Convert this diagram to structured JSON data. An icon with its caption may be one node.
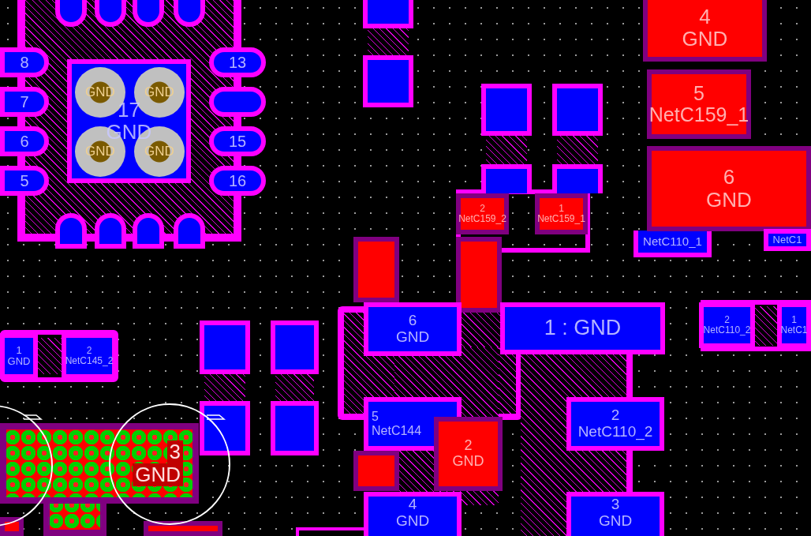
{
  "diagram": {
    "nodes": [
      {
        "text": [
          "17",
          "GND"
        ]
      },
      {
        "text": [
          "GND"
        ],
        "in": 0
      },
      {
        "text": [
          "GND"
        ],
        "in": 0
      },
      {
        "text": [
          "GND"
        ],
        "in": 0
      },
      {
        "text": [
          "GND"
        ],
        "in": 0
      },
      {
        "text": [
          "8"
        ]
      },
      {
        "text": [
          "7"
        ]
      },
      {
        "text": [
          "6"
        ]
      },
      {
        "text": [
          "5"
        ]
      },
      {
        "text": [
          "13"
        ]
      },
      {
        "text": [],
        "shape": "box"
      },
      {
        "text": [
          "15"
        ]
      },
      {
        "text": [
          "16"
        ]
      },
      {
        "text": [],
        "shape": "box"
      },
      {
        "text": [],
        "shape": "box"
      },
      {
        "text": [],
        "shape": "box"
      },
      {
        "text": [],
        "shape": "box"
      },
      {
        "text": [],
        "shape": "box"
      },
      {
        "text": [],
        "shape": "box"
      },
      {
        "text": [],
        "shape": "box"
      },
      {
        "text": [],
        "shape": "box"
      },
      {
        "text": [],
        "shape": "box"
      },
      {
        "text": [],
        "shape": "box"
      },
      {
        "text": [],
        "shape": "box"
      },
      {
        "text": [],
        "shape": "box"
      },
      {
        "text": [],
        "shape": "box"
      },
      {
        "text": [],
        "shape": "box"
      },
      {
        "text": [
          "2",
          "NetC159_2"
        ]
      },
      {
        "text": [
          "1",
          "NetC159_1"
        ]
      },
      {
        "text": [
          "NetC110_1"
        ]
      },
      {
        "text": [
          "4",
          "GND"
        ]
      },
      {
        "text": [
          "5",
          "NetC159_1"
        ]
      },
      {
        "text": [
          "6",
          "GND"
        ]
      },
      {
        "text": [
          "NetC1"
        ]
      },
      {
        "text": [
          "1",
          "GND"
        ]
      },
      {
        "text": [
          "2",
          "NetC145_2"
        ]
      },
      {
        "text": [],
        "shape": "box"
      },
      {
        "text": [],
        "shape": "box"
      },
      {
        "text": [],
        "shape": "box"
      },
      {
        "text": [],
        "shape": "box"
      },
      {
        "text": [
          "3",
          "GND"
        ]
      },
      {
        "text": [],
        "shape": "box"
      },
      {
        "text": [],
        "shape": "box"
      },
      {
        "text": [
          "6",
          "GND"
        ]
      },
      {
        "text": [
          "1 : GND"
        ]
      },
      {
        "text": [
          "5",
          "NetC144"
        ]
      },
      {
        "text": [
          "2",
          "NetC110_2"
        ]
      },
      {
        "text": [],
        "shape": "box"
      },
      {
        "text": [
          "2",
          "GND"
        ]
      },
      {
        "text": [
          "4",
          "GND"
        ]
      },
      {
        "text": [
          "3",
          "GND"
        ]
      },
      {
        "text": [
          "2",
          "NetC110_2"
        ]
      },
      {
        "text": [
          "1",
          "NetC1"
        ]
      }
    ]
  }
}
